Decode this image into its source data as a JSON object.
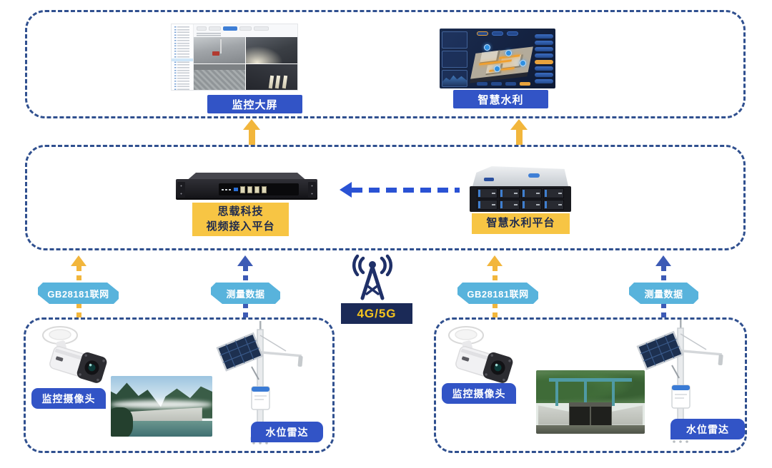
{
  "top": {
    "monitor_screen_label": "监控大屏",
    "smart_water_label": "智慧水利"
  },
  "platform": {
    "video_platform_line1": "思载科技",
    "video_platform_line2": "视频接入平台",
    "water_platform_label": "智慧水利平台"
  },
  "links": {
    "gb28181_left": "GB28181联网",
    "measurement_left": "测量数据",
    "network_label": "4G/5G",
    "gb28181_right": "GB28181联网",
    "measurement_right": "测量数据"
  },
  "site_left": {
    "camera_label": "监控摄像头",
    "radar_label": "水位雷达"
  },
  "site_right": {
    "camera_label": "监控摄像头",
    "radar_label": "水位雷达"
  },
  "colors": {
    "dash_border": "#30508F",
    "arrow_yellow": "#F2B63C",
    "arrow_indigo": "#3D5BB5",
    "arrow_blue": "#2A52D4",
    "tag_sky_blue": "#58B3DC",
    "label_royal_blue": "#3254C6",
    "label_yellow": "#F7C544",
    "network_box_bg": "#1B2A57",
    "network_box_text": "#F5C41E"
  }
}
